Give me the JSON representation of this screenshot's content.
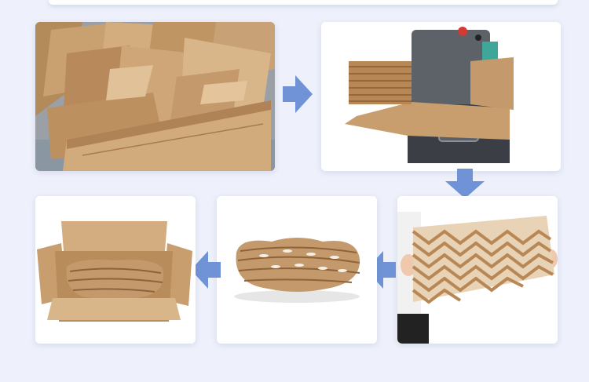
{
  "steps": [
    {
      "id": "waste-cardboard",
      "icon": "waste-cardboard-photo"
    },
    {
      "id": "perforating-machine",
      "icon": "cardboard-perforator-machine-photo"
    },
    {
      "id": "expanded-mesh",
      "icon": "expanded-cardboard-mesh-photo"
    },
    {
      "id": "rolled-cushion",
      "icon": "rolled-cushion-photo"
    },
    {
      "id": "packed-box",
      "icon": "packed-box-photo"
    }
  ],
  "colors": {
    "background": "#eef1fb",
    "card": "#ffffff",
    "arrow": "#6f93d6",
    "kraft": "#c49a6c"
  }
}
